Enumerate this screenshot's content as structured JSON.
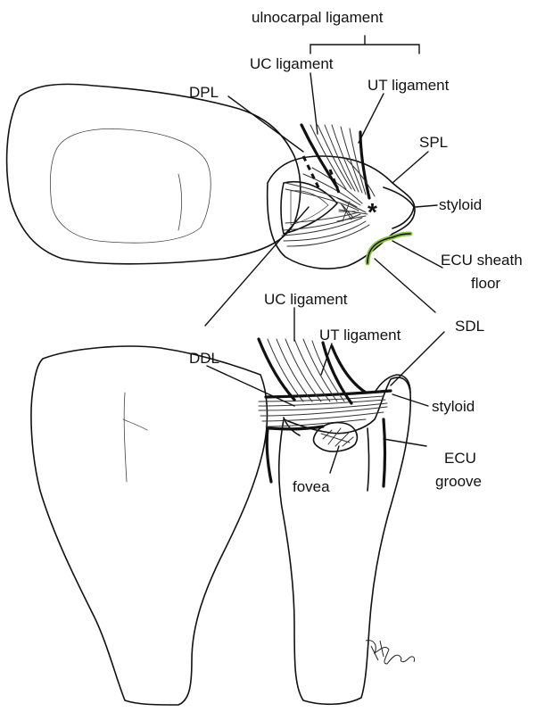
{
  "labels": {
    "ulnocarpal_ligament": "ulnocarpal ligament",
    "uc_ligament_top": "UC ligament",
    "ut_ligament_top": "UT ligament",
    "dpl": "DPL",
    "spl": "SPL",
    "styloid_top": "styloid",
    "asterisk": "*",
    "ecu_sheath_floor_line1": "ECU sheath",
    "ecu_sheath_floor_line2": "floor",
    "uc_ligament_bottom": "UC ligament",
    "ut_ligament_bottom": "UT ligament",
    "sdl": "SDL",
    "ddl": "DDL",
    "styloid_bottom": "styloid",
    "ecu_groove_line1": "ECU",
    "ecu_groove_line2": "groove",
    "fovea": "fovea"
  },
  "colors": {
    "ecu_sheath_floor": "#8cc63f",
    "ink": "#111111"
  }
}
